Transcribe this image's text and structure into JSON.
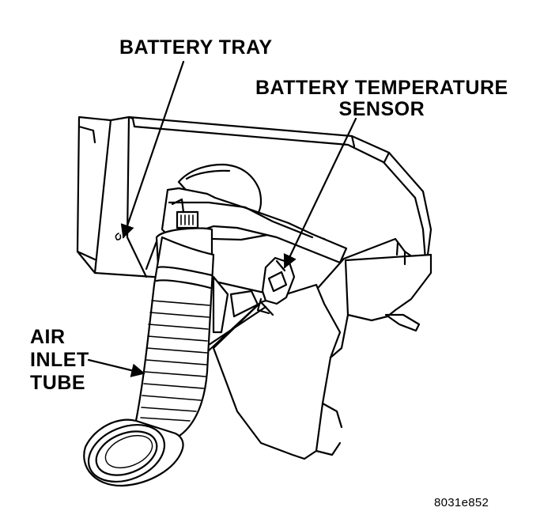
{
  "labels": {
    "battery_tray": "BATTERY TRAY",
    "temp_sensor_line1": "BATTERY TEMPERATURE",
    "temp_sensor_line2": "SENSOR",
    "air_inlet_line1": "AIR",
    "air_inlet_line2": "INLET",
    "air_inlet_line3": "TUBE"
  },
  "figure_id": "8031e852",
  "colors": {
    "ink": "#000000",
    "paper": "#ffffff"
  }
}
